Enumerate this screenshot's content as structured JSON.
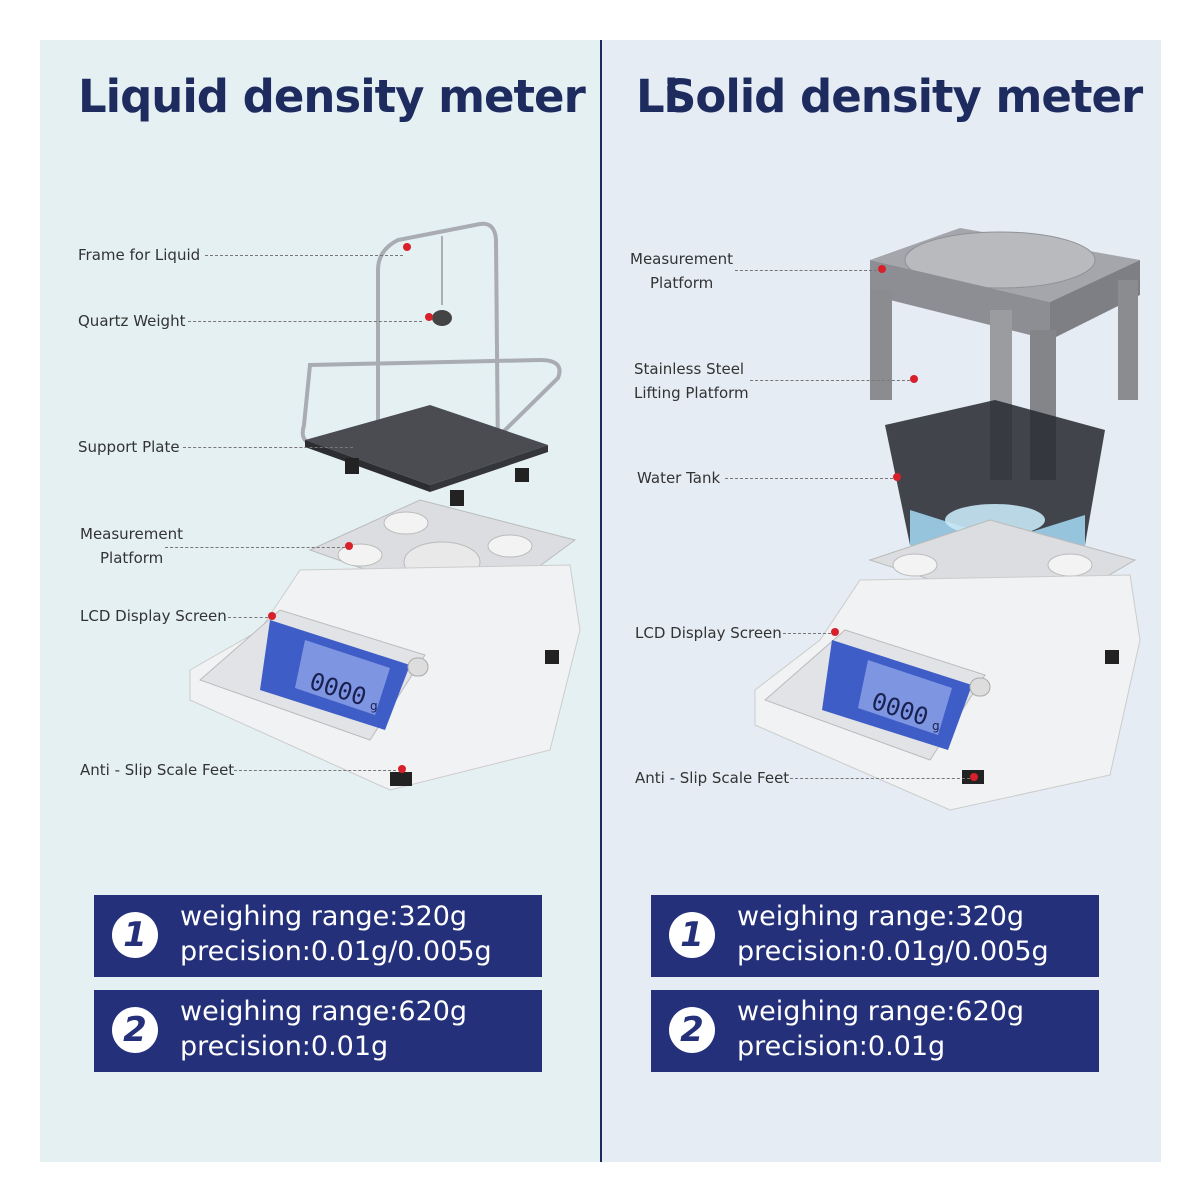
{
  "left": {
    "title": "Liquid density meter",
    "labels": {
      "frame": "Frame for Liquid",
      "quartz": "Quartz Weight",
      "support": "Support Plate",
      "platform_1": "Measurement",
      "platform_2": "Platform",
      "lcd": "LCD Display Screen",
      "feet": "Anti - Slip Scale Feet"
    },
    "specs": [
      {
        "number": "1",
        "line1": "weighing range:320g",
        "line2": "precision:0.01g/0.005g"
      },
      {
        "number": "2",
        "line1": "weighing range:620g",
        "line2": "precision:0.01g"
      }
    ]
  },
  "right": {
    "title_overlap": "Li",
    "title_solid": "Solid density meter",
    "labels": {
      "platform_1": "Measurement",
      "platform_2": "Platform",
      "lifting_1": "Stainless Steel",
      "lifting_2": "Lifting Platform",
      "tank": "Water Tank",
      "lcd": "LCD Display Screen",
      "feet": "Anti - Slip Scale Feet"
    },
    "specs": [
      {
        "number": "1",
        "line1": "weighing range:320g",
        "line2": "precision:0.01g/0.005g"
      },
      {
        "number": "2",
        "line1": "weighing range:620g",
        "line2": "precision:0.01g"
      }
    ]
  },
  "display": {
    "digits": "0000",
    "unit": "g"
  },
  "colors": {
    "title": "#1d2b5e",
    "spec_bg": "#24307a",
    "marker": "#d7202a",
    "lcd": "#3f5dc6"
  }
}
